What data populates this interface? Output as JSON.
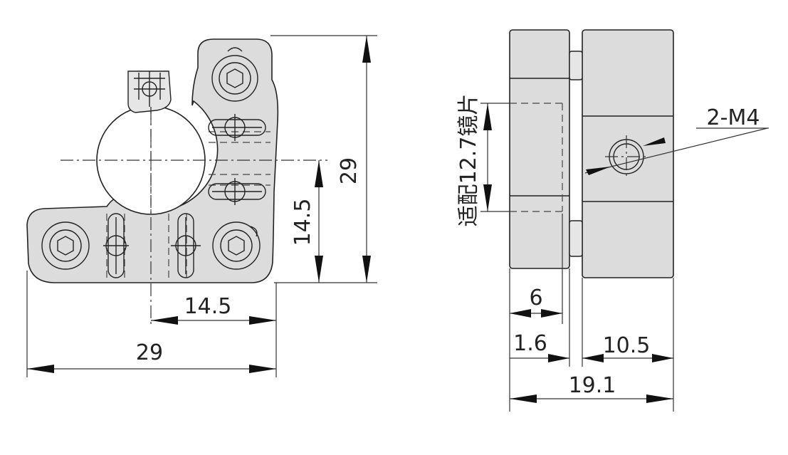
{
  "dimensions": {
    "front_height": "29",
    "front_center_height": "14.5",
    "front_half_width": "14.5",
    "front_width": "29",
    "side_thread": "2-M4",
    "side_note": "适配12.7镜片",
    "side_part_thickness": "6",
    "side_gap": "1.6",
    "side_right_block": "10.5",
    "side_total": "19.1"
  }
}
